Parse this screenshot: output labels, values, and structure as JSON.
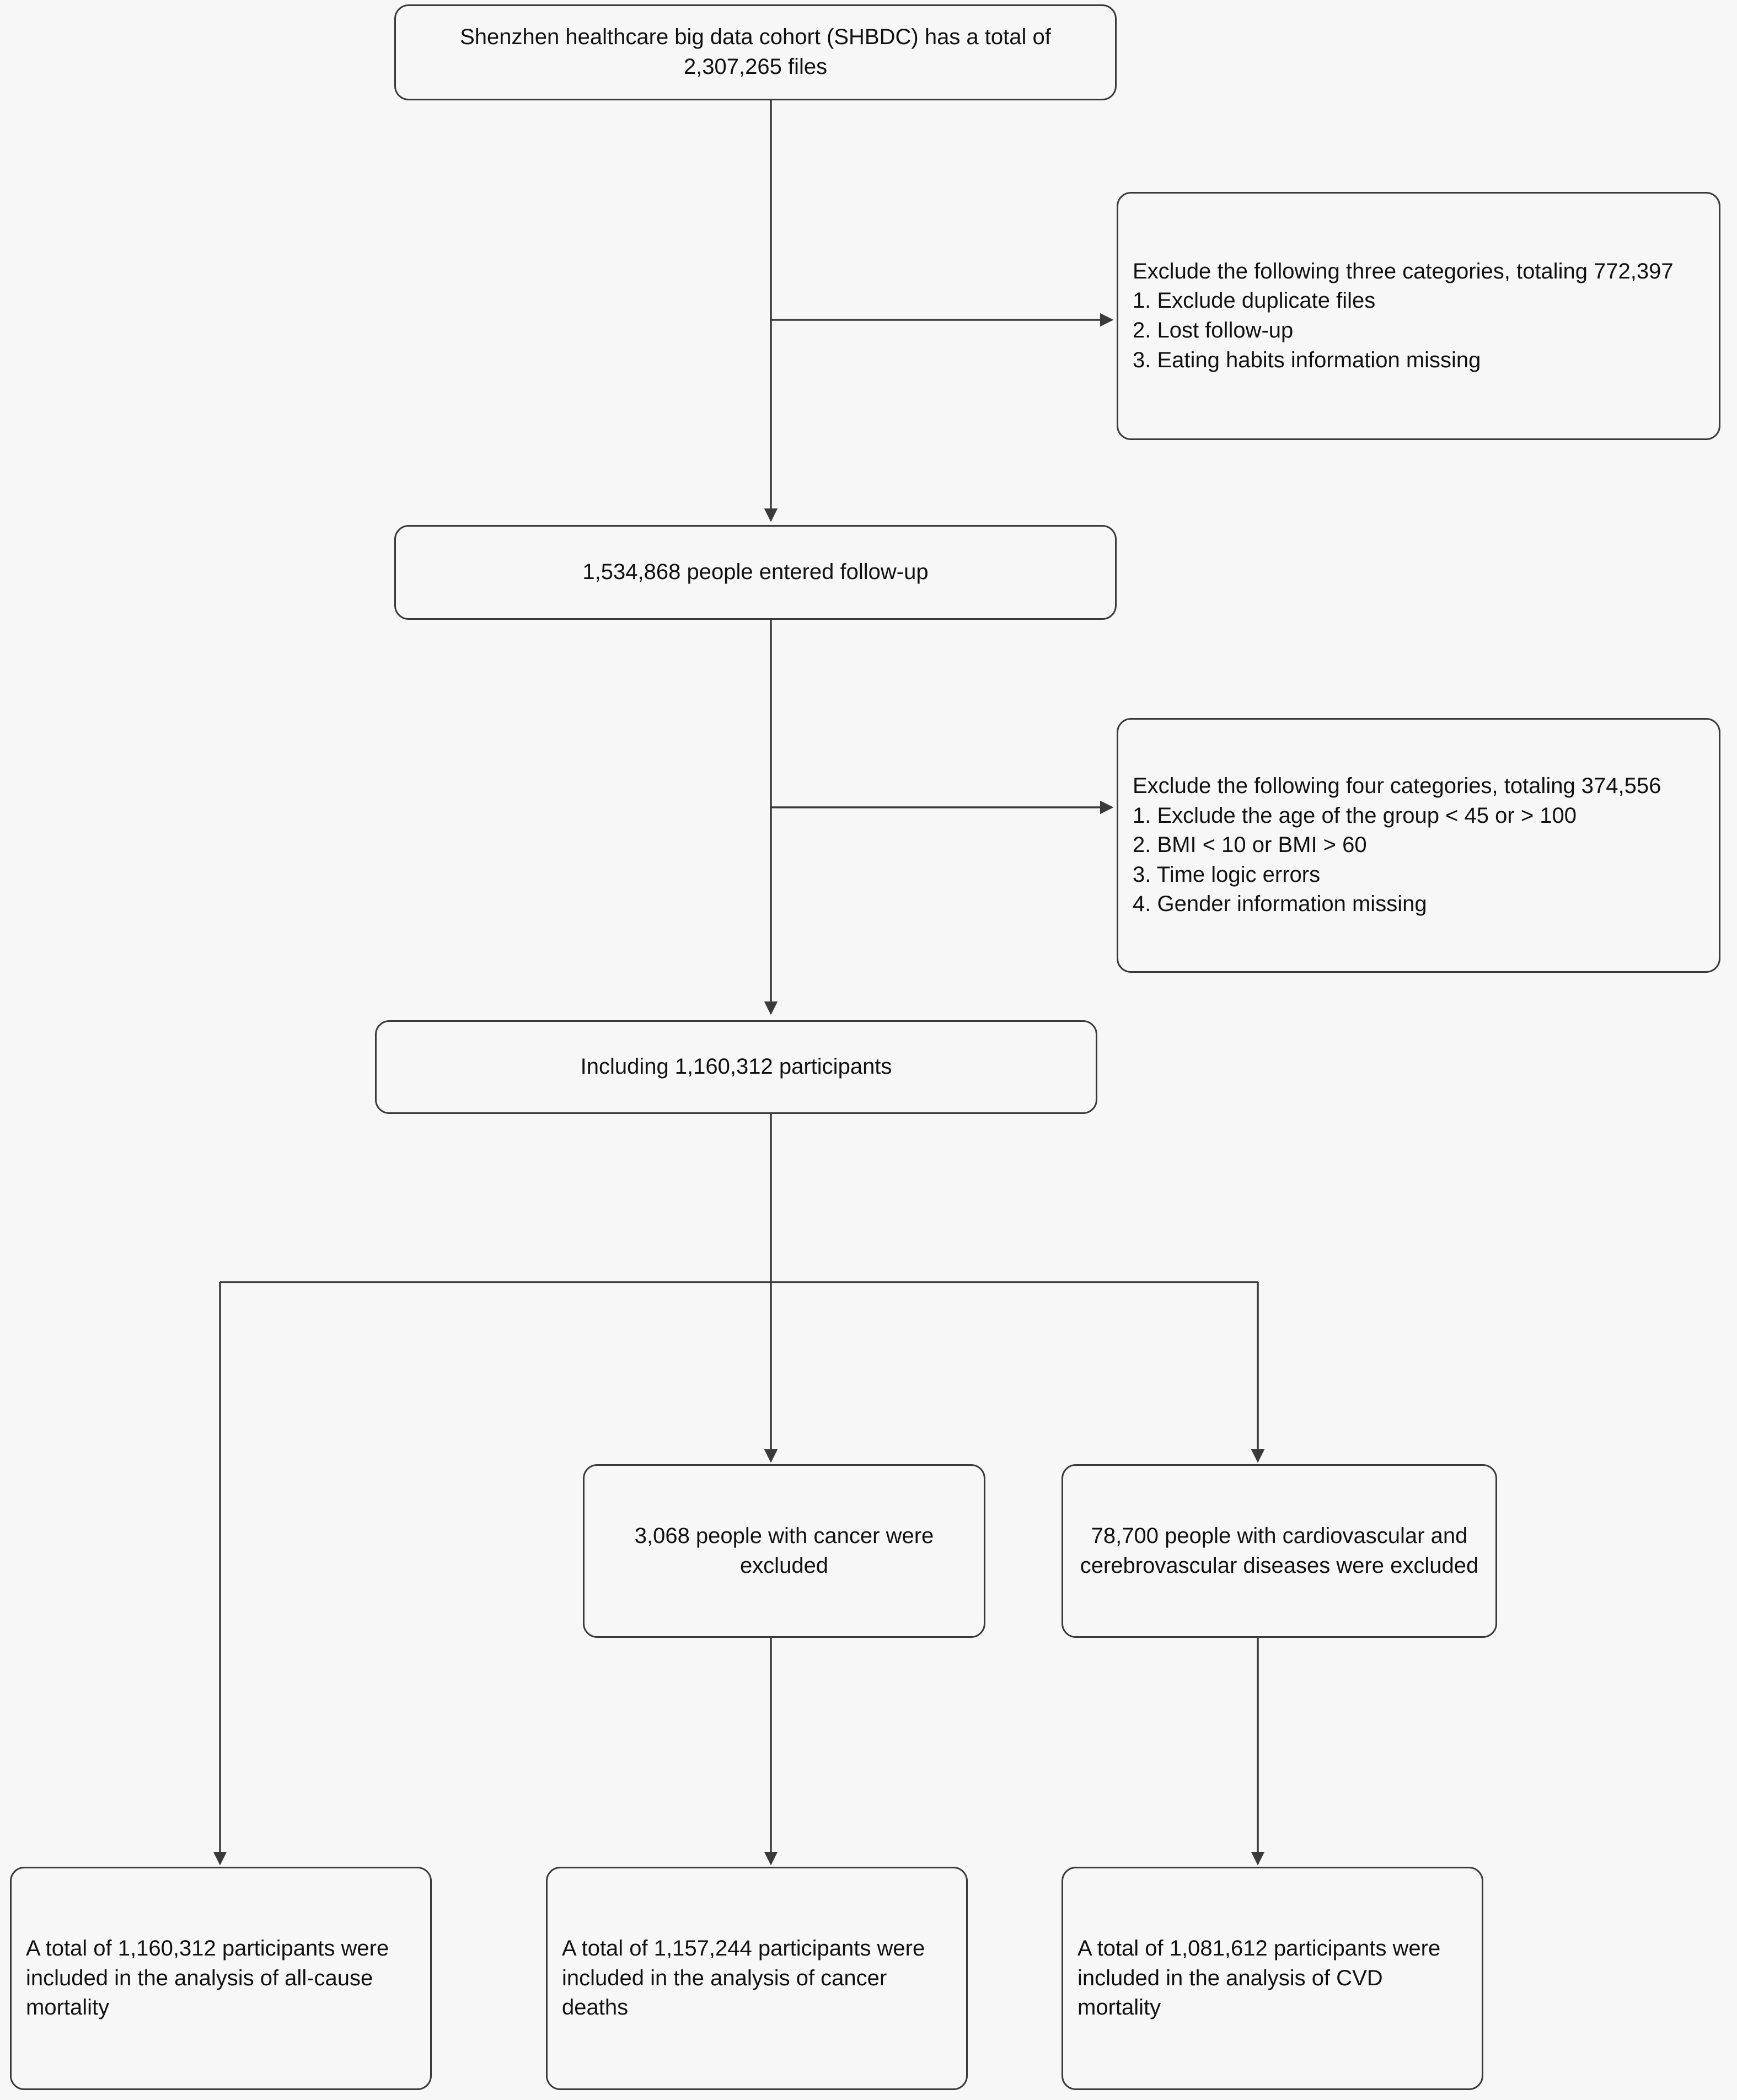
{
  "diagram": {
    "type": "flowchart",
    "title": "Study participant selection flow",
    "background_color": "#f7f7f7",
    "box_border_color": "#3a3a3a",
    "text_color": "#111111",
    "nodes": {
      "source": "Shenzhen healthcare big data cohort (SHBDC) has a total of 2,307,265 files",
      "exclusion1": "Exclude the following three categories, totaling 772,397\n1. Exclude duplicate files\n2. Lost follow-up\n3. Eating habits information missing",
      "followup": "1,534,868 people entered follow-up",
      "exclusion2": "Exclude the following four categories, totaling 374,556\n1. Exclude the age of the group < 45 or > 100\n2. BMI < 10 or BMI > 60\n3. Time logic errors\n4. Gender information missing",
      "included": "Including 1,160,312 participants",
      "cancer_excluded": "3,068 people with cancer were excluded",
      "cvd_excluded": "78,700 people with cardiovascular and cerebrovascular diseases were excluded",
      "final_allcause": "A total of 1,160,312 participants were included in the analysis of all-cause mortality",
      "final_cancer": "A total of 1,157,244 participants were included in the analysis of cancer deaths",
      "final_cvd": "A total of 1,081,612 participants were included in the analysis of CVD mortality"
    }
  }
}
